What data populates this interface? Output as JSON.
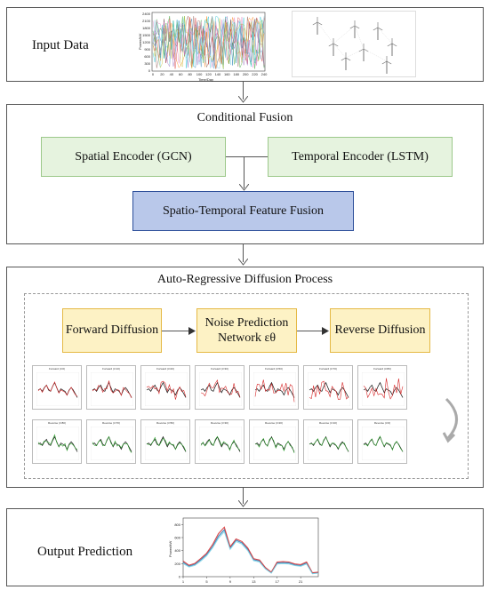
{
  "input_panel": {
    "title": "Input Data",
    "chart": {
      "ylabel": "Power/kW",
      "xlabel": "Time/Day",
      "yticks": [
        "0",
        "300",
        "600",
        "900",
        "1200",
        "1500",
        "1800",
        "2100",
        "2400"
      ],
      "xticks": [
        "0",
        "20",
        "40",
        "60",
        "80",
        "100",
        "120",
        "140",
        "160",
        "180",
        "200",
        "220",
        "240"
      ]
    }
  },
  "fusion_panel": {
    "title": "Conditional Fusion",
    "spatial_encoder": "Spatial Encoder (GCN)",
    "temporal_encoder": "Temporal Encoder (LSTM)",
    "feature_fusion": "Spatio-Temporal Feature Fusion"
  },
  "diffusion_panel": {
    "title": "Auto-Regressive Diffusion Process",
    "forward": "Forward Diffusion",
    "noise_prediction": "Noise Prediction Network εθ",
    "reverse": "Reverse Diffusion",
    "forward_plots": [
      "Forward (t=0)",
      "Forward (t=10)",
      "Forward (t=20)",
      "Forward (t=30)",
      "Forward (t=50)",
      "Forward (t=70)",
      "Forward (t=80)"
    ],
    "reverse_plots": [
      "Reverse (t=80)",
      "Reverse (t=70)",
      "Reverse (t=50)",
      "Reverse (t=30)",
      "Reverse (t=20)",
      "Reverse (t=10)",
      "Reverse (t=0)"
    ]
  },
  "output_panel": {
    "title": "Output Prediction",
    "chart_data": {
      "type": "line",
      "ylabel": "Power/kW",
      "yticks": [
        "0",
        "200",
        "400",
        "600",
        "800"
      ],
      "xticks": [
        "1",
        "5",
        "9",
        "13",
        "17",
        "21"
      ],
      "ylim": [
        0,
        900
      ],
      "x": [
        1,
        2,
        3,
        4,
        5,
        6,
        7,
        8,
        9,
        10,
        11,
        12,
        13,
        14,
        15,
        16,
        17,
        18,
        19,
        20,
        21,
        22,
        23,
        24
      ],
      "series": [
        {
          "color": "#1f77b4",
          "values": [
            220,
            160,
            190,
            260,
            340,
            460,
            620,
            720,
            440,
            560,
            520,
            420,
            260,
            240,
            130,
            60,
            210,
            215,
            210,
            180,
            170,
            210,
            50,
            60
          ]
        },
        {
          "color": "#d62728",
          "values": [
            240,
            175,
            205,
            280,
            360,
            490,
            660,
            760,
            460,
            580,
            540,
            440,
            275,
            255,
            140,
            70,
            225,
            230,
            225,
            195,
            185,
            225,
            60,
            70
          ]
        },
        {
          "color": "#7fd3e6",
          "values": [
            200,
            150,
            175,
            240,
            320,
            440,
            590,
            690,
            420,
            540,
            500,
            400,
            245,
            225,
            120,
            55,
            195,
            200,
            195,
            170,
            160,
            195,
            45,
            55
          ]
        }
      ]
    }
  }
}
